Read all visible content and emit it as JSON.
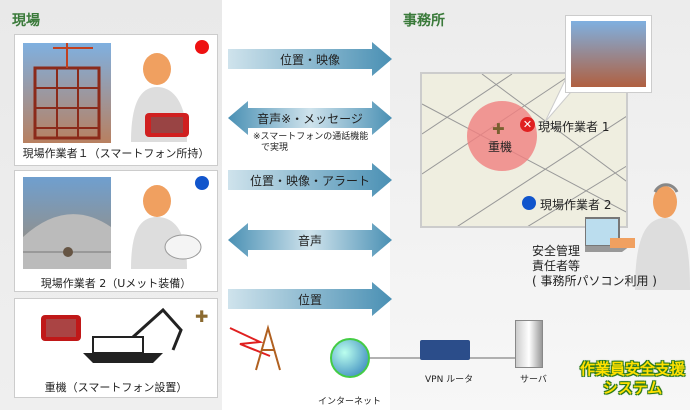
{
  "site": {
    "title": "現場",
    "worker1": {
      "label": "現場作業者１（スマートフォン所持）",
      "status_color": "#ee1111"
    },
    "worker2": {
      "label": "現場作業者 2（Uメット装備）",
      "status_color": "#1155cc"
    },
    "machine": {
      "label": "重機（スマートフォン設置）"
    }
  },
  "office": {
    "title": "事務所",
    "map": {
      "machine": "重機",
      "worker1": "現場作業者 1",
      "worker2": "現場作業者 2"
    },
    "manager": [
      "安全管理",
      "責任者等",
      "( 事務所パソコン利用 )"
    ]
  },
  "arrows": [
    {
      "label": "位置・映像",
      "dir": "right"
    },
    {
      "label": "音声※・メッセージ",
      "dir": "both",
      "note": [
        "※スマートフォンの通話機能",
        "で実現"
      ]
    },
    {
      "label": "位置・映像・アラート",
      "dir": "right"
    },
    {
      "label": "音声",
      "dir": "both"
    },
    {
      "label": "位置",
      "dir": "right"
    }
  ],
  "network": {
    "internet": "インターネット",
    "vpn": "VPN ルータ",
    "server": "サーバ"
  },
  "system_name": [
    "作業員安全支援",
    "システム"
  ]
}
